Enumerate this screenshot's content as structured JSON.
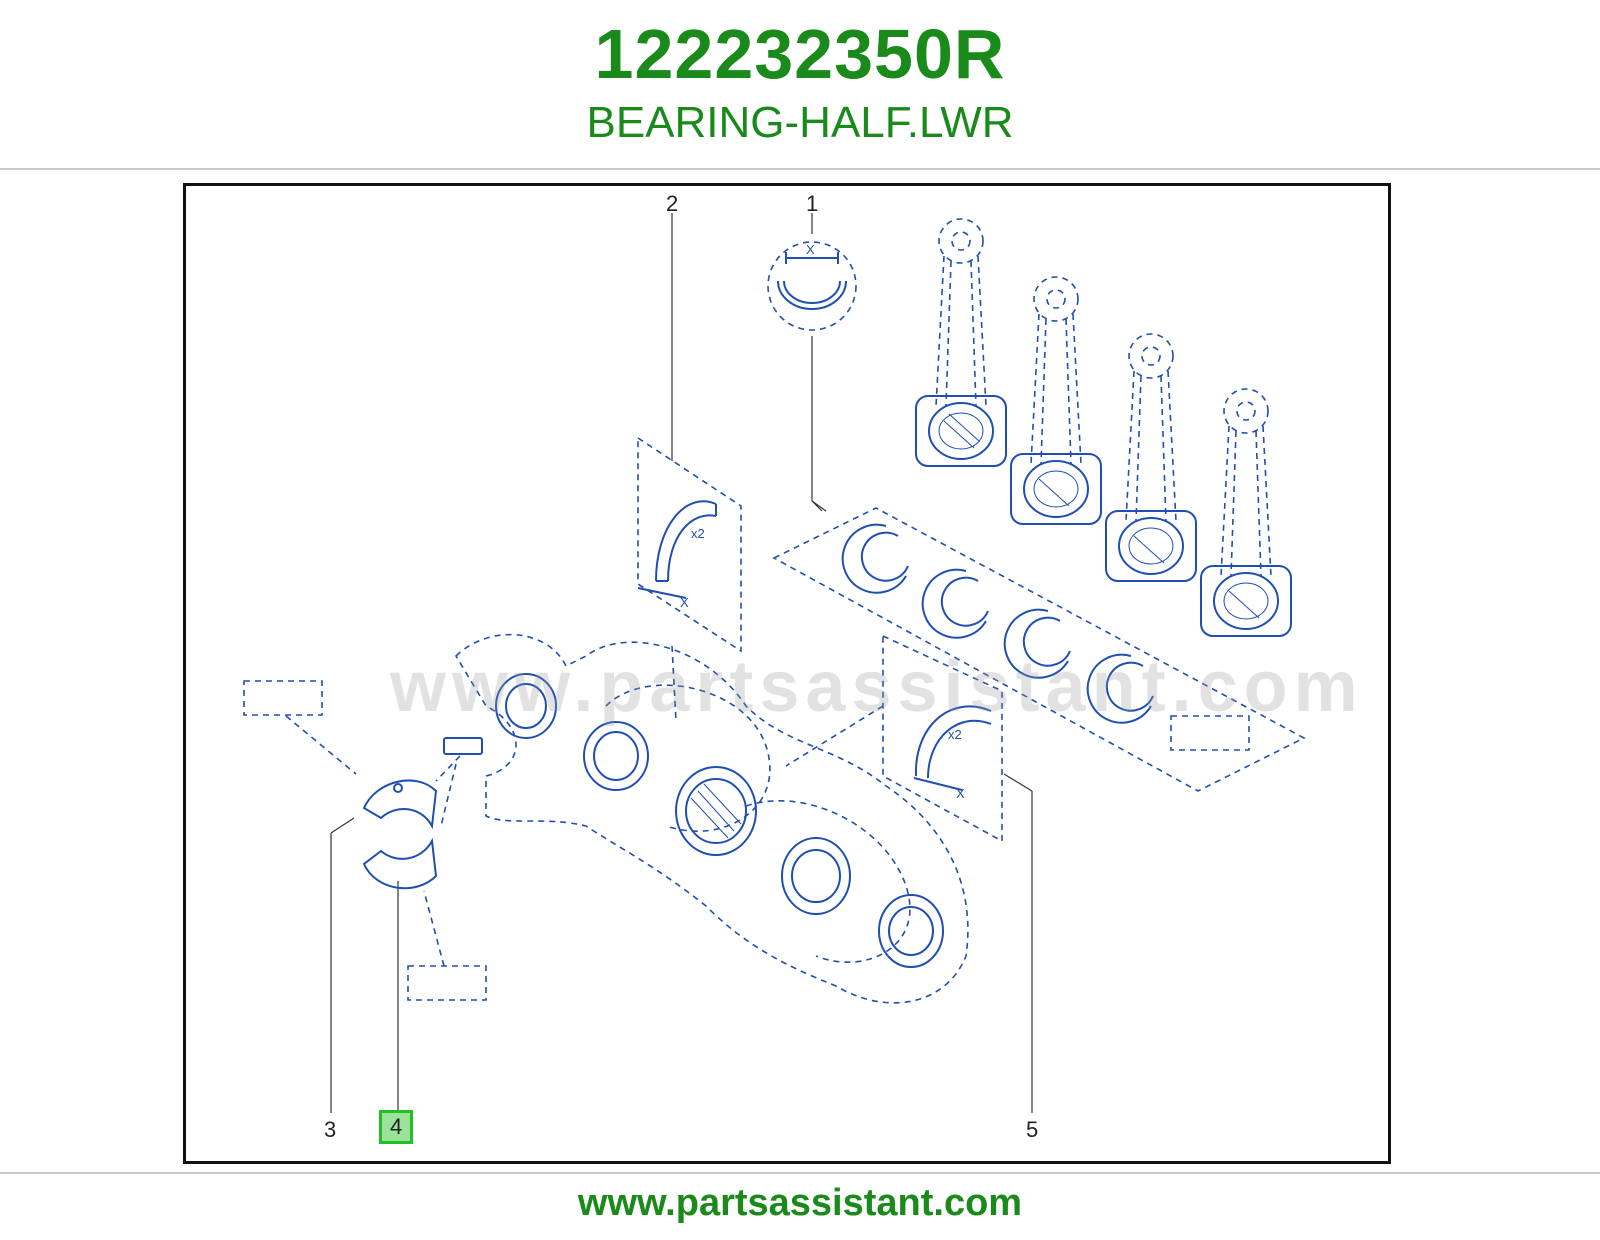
{
  "header": {
    "part_number": "122232350R",
    "part_name": "BEARING-HALF.LWR"
  },
  "diagram": {
    "watermark": "www.partsassistant.com",
    "callouts": [
      {
        "id": "1",
        "label": "1",
        "highlighted": false
      },
      {
        "id": "2",
        "label": "2",
        "highlighted": false
      },
      {
        "id": "3",
        "label": "3",
        "highlighted": false
      },
      {
        "id": "4",
        "label": "4",
        "highlighted": true
      },
      {
        "id": "5",
        "label": "5",
        "highlighted": false
      }
    ],
    "labels": {
      "x_dim_1": "X",
      "x_dim_2": "X",
      "x_dim_5": "X",
      "qty_2": "x2",
      "qty_5": "x2"
    },
    "colors": {
      "line": "#1f4fb0",
      "frame": "#111111",
      "highlight": "#9be39b",
      "brand": "#1a8a1a"
    }
  },
  "footer": {
    "url": "www.partsassistant.com"
  }
}
